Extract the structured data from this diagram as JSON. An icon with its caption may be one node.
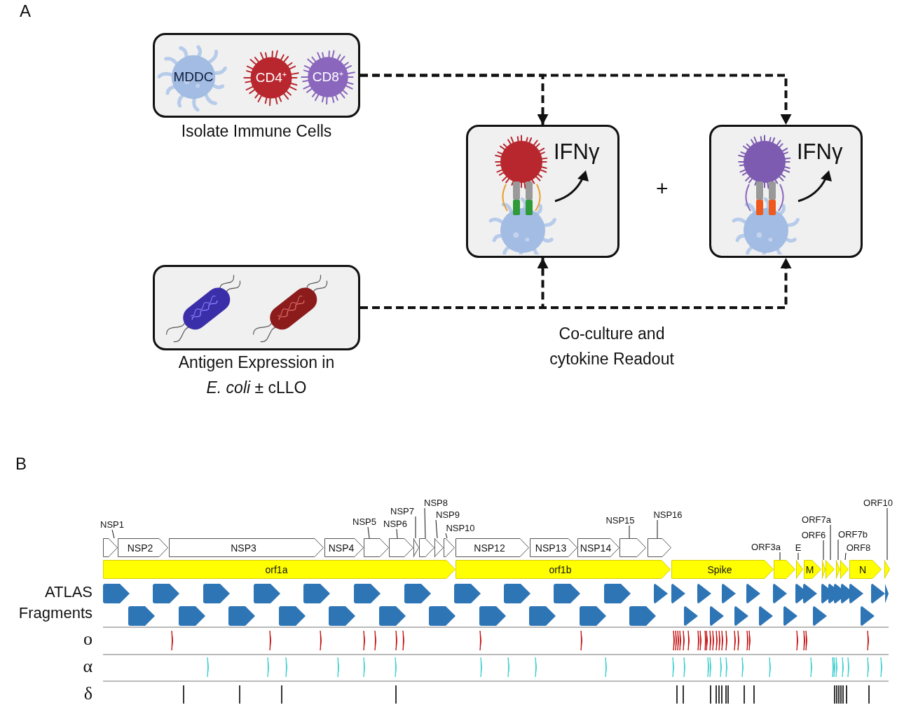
{
  "diagram": {
    "nodes": [
      {
        "text": [
          "Isolate Immune Cells"
        ]
      },
      {
        "text": [
          "MDDC"
        ],
        "in": 0
      },
      {
        "text": [
          "CD4$^{+}$"
        ],
        "in": 0
      },
      {
        "text": [
          "CD8$^{+}$"
        ],
        "in": 0
      },
      {
        "text": [
          "Antigen Expression in *E. coli* ± cLLO"
        ]
      },
      {
        "text": [
          "IFNγ"
        ]
      },
      {
        "text": [
          "IFNγ"
        ]
      },
      {
        "text": [
          "NSP1"
        ]
      },
      {
        "text": [
          "NSP5"
        ]
      },
      {
        "text": [
          "NSP6"
        ]
      },
      {
        "text": [
          "NSP7"
        ]
      },
      {
        "text": [
          "NSP8"
        ]
      },
      {
        "text": [
          "NSP9"
        ]
      },
      {
        "text": [
          "NSP10"
        ]
      },
      {
        "text": [
          "NSP15"
        ]
      },
      {
        "text": [
          "NSP16"
        ]
      },
      {
        "text": [
          "ORF3a"
        ]
      },
      {
        "text": [
          "E"
        ]
      },
      {
        "text": [
          "ORF6"
        ]
      },
      {
        "text": [
          "ORF7a"
        ]
      },
      {
        "text": [
          "ORF7b"
        ]
      },
      {
        "text": [
          "ORF8"
        ]
      },
      {
        "text": [
          "ORF10"
        ]
      },
      {
        "text": [],
        "shape": "arrow"
      },
      {
        "text": [
          "NSP2"
        ]
      },
      {
        "text": [
          "NSP3"
        ]
      },
      {
        "text": [
          "NSP4"
        ]
      },
      {
        "text": [],
        "shape": "arrow"
      },
      {
        "text": [],
        "shape": "arrow"
      },
      {
        "text": [],
        "shape": "arrow"
      },
      {
        "text": [],
        "shape": "arrow"
      },
      {
        "text": [],
        "shape": "arrow"
      },
      {
        "text": [],
        "shape": "arrow"
      },
      {
        "text": [
          "NSP12"
        ]
      },
      {
        "text": [
          "NSP13"
        ]
      },
      {
        "text": [
          "NSP14"
        ]
      },
      {
        "text": [],
        "shape": "arrow"
      },
      {
        "text": [],
        "shape": "arrow"
      },
      {
        "text": [
          "orf1a"
        ]
      },
      {
        "text": [
          "orf1b"
        ]
      },
      {
        "text": [
          "Spike"
        ]
      },
      {
        "text": [],
        "shape": "arrow"
      },
      {
        "text": [],
        "shape": "arrow"
      },
      {
        "text": [
          "M"
        ]
      },
      {
        "text": [],
        "shape": "arrow"
      },
      {
        "text": [],
        "shape": "arrow"
      },
      {
        "text": [],
        "shape": "arrow"
      },
      {
        "text": [],
        "shape": "arrow"
      },
      {
        "text": [
          "N"
        ]
      },
      {
        "text": [],
        "shape": "arrow"
      }
    ],
    "edges": [
      {
        "from": 0,
        "to": 5,
        "arrow": "to",
        "style": "dashed"
      },
      {
        "from": 0,
        "to": 6,
        "arrow": "to",
        "style": "dashed"
      },
      {
        "from": 4,
        "to": 5,
        "arrow": "to",
        "style": "dashed"
      },
      {
        "from": 4,
        "to": 6,
        "arrow": "to",
        "style": "dashed"
      },
      {
        "from": 7,
        "to": 23,
        "arrow": "none"
      },
      {
        "from": 8,
        "to": 27,
        "arrow": "none"
      },
      {
        "from": 9,
        "to": 28,
        "arrow": "none"
      },
      {
        "from": 10,
        "to": 29,
        "arrow": "none"
      },
      {
        "from": 11,
        "to": 30,
        "arrow": "none"
      },
      {
        "from": 12,
        "to": 31,
        "arrow": "none"
      },
      {
        "from": 13,
        "to": 32,
        "arrow": "none"
      },
      {
        "from": 14,
        "to": 36,
        "arrow": "none"
      },
      {
        "from": 15,
        "to": 37,
        "arrow": "none"
      },
      {
        "from": 16,
        "to": 41,
        "arrow": "none"
      },
      {
        "from": 17,
        "to": 42,
        "arrow": "none"
      },
      {
        "from": 18,
        "to": 44,
        "arrow": "none"
      },
      {
        "from": 19,
        "to": 45,
        "arrow": "none"
      },
      {
        "from": 20,
        "to": 46,
        "arrow": "none"
      },
      {
        "from": 21,
        "to": 47,
        "arrow": "none"
      },
      {
        "from": 22,
        "to": 49,
        "arrow": "none"
      }
    ],
    "labels": [
      "A",
      "+",
      "Co-culture and cytokine Readout",
      "B",
      "ATLAS Fragments",
      "ο",
      "α",
      "δ"
    ]
  }
}
